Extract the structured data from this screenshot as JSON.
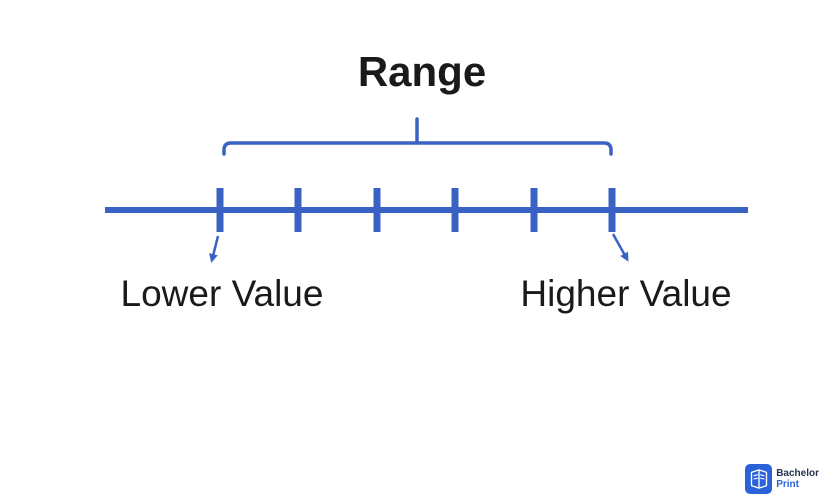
{
  "diagram": {
    "title": "Range",
    "lower_label": "Lower Value",
    "higher_label": "Higher Value",
    "tick_xs": [
      220,
      298,
      377,
      455,
      534,
      612
    ],
    "tick_top_y": 188,
    "tick_bottom_y": 232,
    "colors": {
      "line_blue": "#3a62c4",
      "text_black": "#1a1a1a"
    }
  },
  "logo": {
    "brand_top": "Bachelor",
    "brand_bottom": "Print",
    "icon": "open-book-icon",
    "colors": {
      "badge_blue": "#2b62d9",
      "text_dark": "#25314f",
      "text_blue": "#2b62d9"
    }
  }
}
